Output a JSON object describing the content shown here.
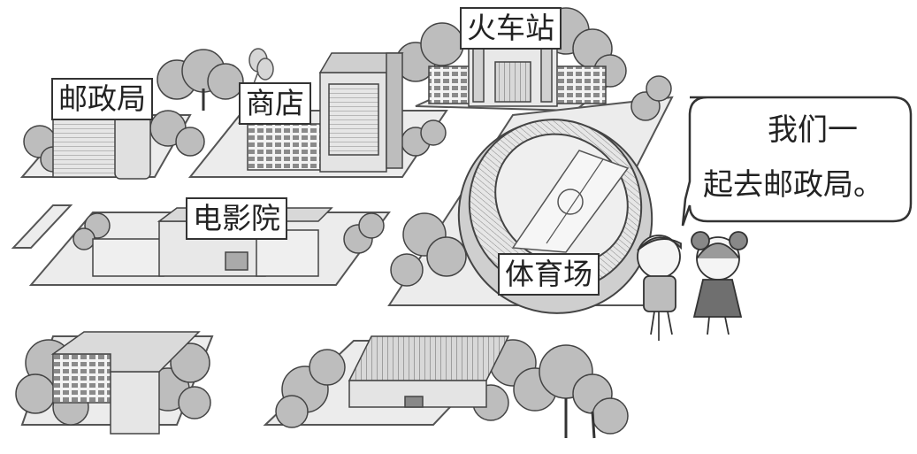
{
  "places": {
    "train_station": "火车站",
    "post_office": "邮政局",
    "shop": "商店",
    "cinema": "电影院",
    "stadium": "体育场"
  },
  "speech": {
    "line1": "我们一",
    "line2": "起去邮政局。"
  }
}
